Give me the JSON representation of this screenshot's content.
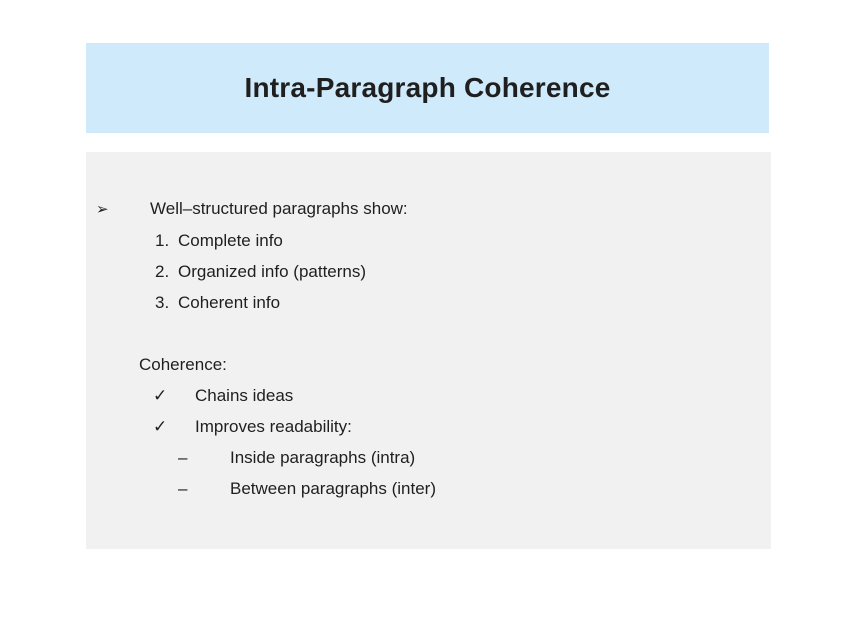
{
  "slide": {
    "title": "Intra-Paragraph Coherence",
    "content": {
      "intro": {
        "marker": "➢",
        "text": "Well–structured paragraphs show:"
      },
      "numbered": [
        {
          "marker": "1.",
          "text": "Complete info"
        },
        {
          "marker": "2.",
          "text": "Organized info (patterns)"
        },
        {
          "marker": "3.",
          "text": "Coherent info"
        }
      ],
      "subheading": "Coherence:",
      "checks": [
        {
          "marker": "✓",
          "text": "Chains ideas"
        },
        {
          "marker": "✓",
          "text": "Improves readability:"
        }
      ],
      "sub_dashes": [
        {
          "marker": "–",
          "text": "Inside paragraphs (intra)"
        },
        {
          "marker": "–",
          "text": "Between paragraphs (inter)"
        }
      ]
    }
  },
  "colors": {
    "banner_bg": "#cfeafa",
    "panel_bg": "#f1f1f1",
    "text": "#1f1f1f",
    "page_bg": "#ffffff"
  }
}
